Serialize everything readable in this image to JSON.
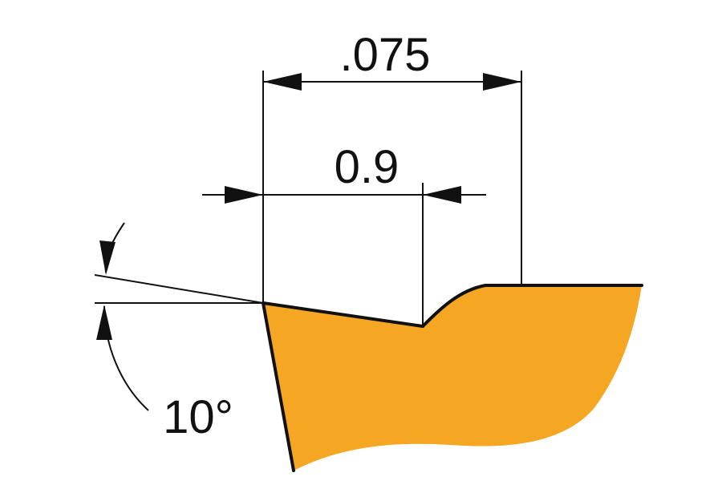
{
  "dimensions": {
    "overall_width": ".075",
    "land_width": "0.9",
    "angle": "10°"
  },
  "colors": {
    "insert_fill": "#F5A623",
    "outline": "#111111",
    "background": "#ffffff"
  }
}
